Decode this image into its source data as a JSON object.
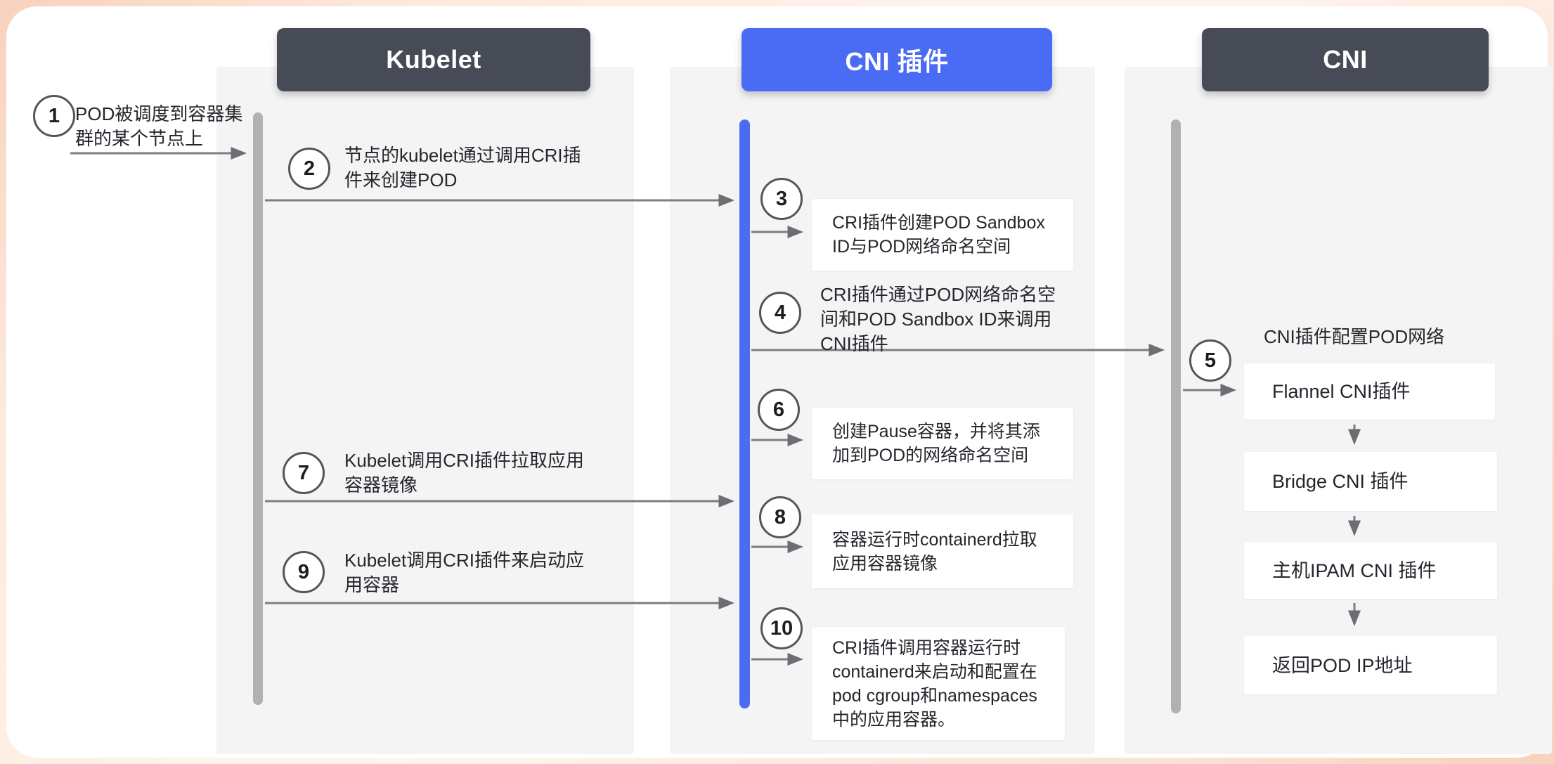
{
  "lanes": [
    {
      "label": "Kubelet"
    },
    {
      "label": "CNI 插件"
    },
    {
      "label": "CNI"
    }
  ],
  "steps": [
    {
      "num": "1",
      "text": "POD被调度到容器集\n群的某个节点上"
    },
    {
      "num": "2",
      "text": "节点的kubelet通过调用CRI插\n件来创建POD"
    },
    {
      "num": "3",
      "text": "CRI插件创建POD Sandbox\nID与POD网络命名空间"
    },
    {
      "num": "4",
      "text": "CRI插件通过POD网络命名空\n间和POD Sandbox ID来调用\nCNI插件"
    },
    {
      "num": "5",
      "text": "CNI插件配置POD网络"
    },
    {
      "num": "6",
      "text": "创建Pause容器，并将其添\n加到POD的网络命名空间"
    },
    {
      "num": "7",
      "text": "Kubelet调用CRI插件拉取应用\n容器镜像"
    },
    {
      "num": "8",
      "text": "容器运行时containerd拉取\n应用容器镜像"
    },
    {
      "num": "9",
      "text": "Kubelet调用CRI插件来启动应\n用容器"
    },
    {
      "num": "10",
      "text": "CRI插件调用容器运行时\ncontainerd来启动和配置在\npod cgroup和namespaces\n中的应用容器。"
    }
  ],
  "cni_chain": [
    {
      "label": "Flannel CNI插件"
    },
    {
      "label": "Bridge CNI 插件"
    },
    {
      "label": "主机IPAM CNI 插件"
    },
    {
      "label": "返回POD IP地址"
    }
  ],
  "colors": {
    "header_dark": "#474B55",
    "header_blue": "#4A6BF3",
    "lifeline_gray": "#B1B1B3",
    "lifeline_blue": "#4C6BF1",
    "lane_bg": "#F4F4F5",
    "arrow": "#7D7D82",
    "frame": "#F7D2BC"
  }
}
